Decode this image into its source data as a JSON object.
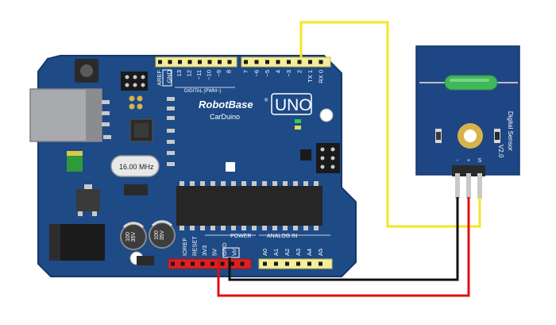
{
  "board": {
    "brand": "RobotBase",
    "registered": "®",
    "model": "UNO",
    "subtitle": "CarDuino",
    "crystal": "16.00 MHz",
    "gnd_label": "GND",
    "power_label": "POWER",
    "analog_label": "ANALOG IN",
    "digital_label": "DIGITAL (PWM~)",
    "top_header_left": [
      "AREF",
      "GND",
      "13",
      "12",
      "~11",
      "~10",
      "~9",
      "8"
    ],
    "top_header_right": [
      "7",
      "~6",
      "~5",
      "4",
      "~3",
      "2",
      "TX 1",
      "RX 0"
    ],
    "power_pins": [
      "IOREF",
      "RESET",
      "3V3",
      "5V",
      "GND",
      "Vin"
    ],
    "analog_pins": [
      "A0",
      "A1",
      "A2",
      "A3",
      "A4",
      "A5"
    ],
    "cap1": "35V",
    "cap1_val": "100",
    "cap2": "35V",
    "cap2_val": "100"
  },
  "sensor": {
    "title": "Digital Sensor",
    "version": "V2.0",
    "pins": [
      "-",
      "+",
      "S"
    ]
  },
  "colors": {
    "board": "#1e4a86",
    "board_edge": "#16386a",
    "header": "#f6ec9a",
    "power_header": "#e02020",
    "wire_signal": "#f5e625",
    "wire_ground": "#111111",
    "wire_power": "#e01010",
    "sensor_board": "#1f4684",
    "reed": "#3fb85a"
  }
}
